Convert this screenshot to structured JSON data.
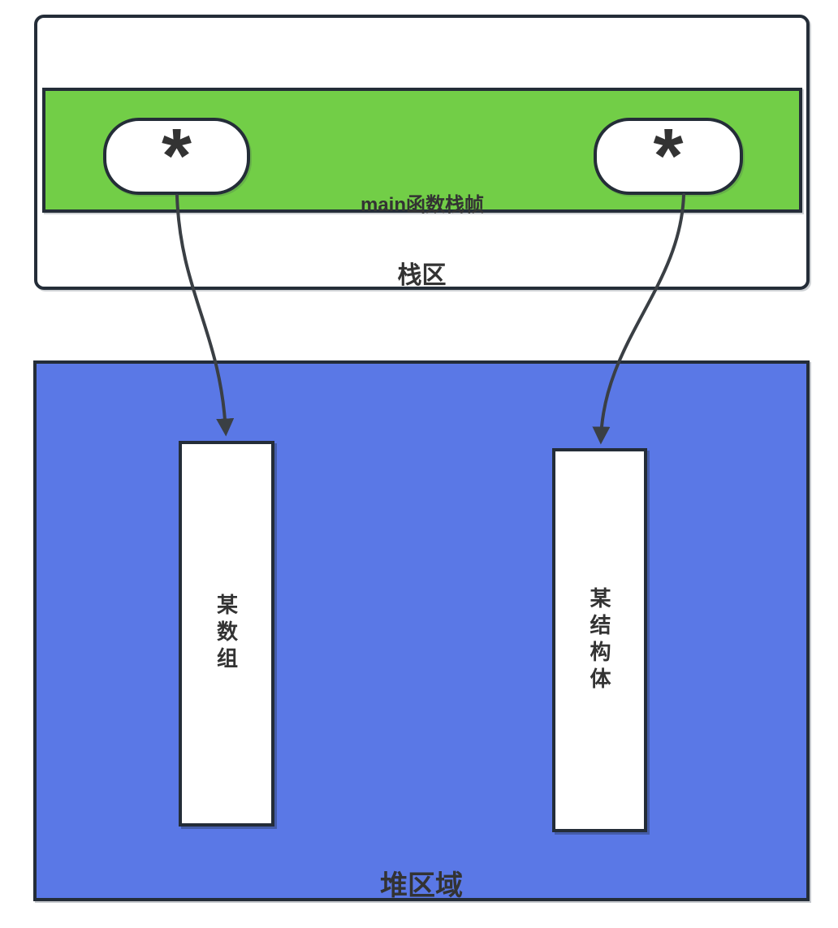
{
  "stack": {
    "region_label": "栈区",
    "frame_label": "main函数栈帧",
    "pointers": [
      {
        "glyph": "*"
      },
      {
        "glyph": "*"
      }
    ]
  },
  "heap": {
    "region_label": "堆区域",
    "objects": [
      {
        "label": "某数组"
      },
      {
        "label": "某结构体"
      }
    ]
  },
  "colors": {
    "frame_green": "#72ce47",
    "heap_blue": "#5a78e6",
    "border_dark": "#242d38",
    "text_dark": "#333333",
    "arrow_dark": "#3a3f44"
  }
}
